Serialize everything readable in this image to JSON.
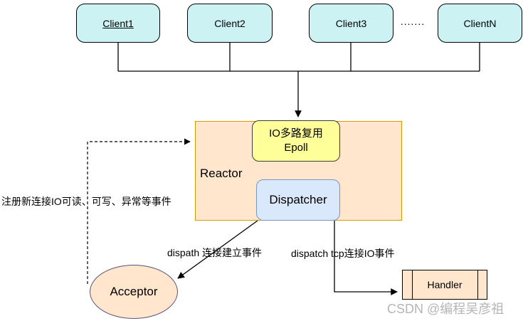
{
  "clients": {
    "items": [
      {
        "label": "Client1"
      },
      {
        "label": "Client2"
      },
      {
        "label": "Client3"
      },
      {
        "label": "ClientN"
      }
    ],
    "ellipsis": "......."
  },
  "reactor": {
    "label": "Reactor",
    "epoll": {
      "line1": "IO多路复用",
      "line2": "Epoll"
    },
    "dispatcher_label": "Dispatcher"
  },
  "acceptor": {
    "label": "Acceptor"
  },
  "handler": {
    "label": "Handler"
  },
  "labels": {
    "register_events": "注册新连接IO可读、可写、异常等事件",
    "dispatch_accept": "dispath 连接建立事件",
    "dispatch_io": "dispatch tcp连接IO事件"
  },
  "watermark": "CSDN @编程吴彦祖",
  "colors": {
    "client-fill": "#ccf2f4",
    "reactor-fill": "#ffe6cc",
    "reactor-border": "#d79b00",
    "epoll-fill": "#ffff99",
    "epoll-border": "#3d3d3d",
    "dispatcher-fill": "#dae8fc",
    "dispatcher-border": "#7a96c2",
    "acceptor-fill": "#ffe6cc",
    "acceptor-border": "#5c5379",
    "handler-fill": "#ffe6cc",
    "watermark-color": "#b5b5b5"
  }
}
